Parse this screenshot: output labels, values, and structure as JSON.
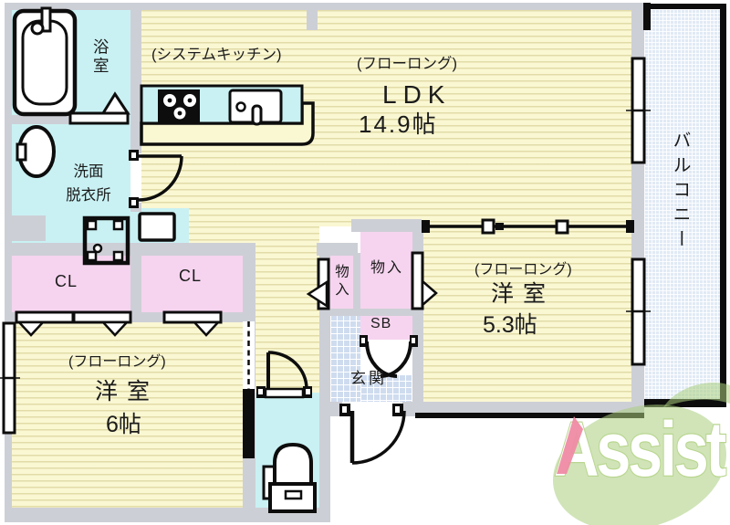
{
  "plan": {
    "bath_label": "浴室",
    "kitchen_note": "(システムキッチン)",
    "ldk": {
      "note": "(フローロング)",
      "name": "LDK",
      "size": "14.9帖"
    },
    "washroom": {
      "line1": "洗面",
      "line2": "脱衣所"
    },
    "closet_left": "CL",
    "closet_right": "CL",
    "storage_small": "物入",
    "storage_large": "物入",
    "shoebox": "SB",
    "entrance": "玄関",
    "bedroom6": {
      "note": "(フローロング)",
      "name": "洋室",
      "size": "6帖"
    },
    "bedroom53": {
      "note": "(フローロング)",
      "name": "洋室",
      "size": "5.3帖"
    },
    "balcony": "バルコニー"
  },
  "logo": {
    "text": "Assist"
  },
  "colors": {
    "floor_yellow": "#faf7d3",
    "wet_area_cyan": "#c9f1f3",
    "closet_pink": "#f6d4ef",
    "entrance_tile_blue": "#cfdcef",
    "balcony_blue": "#e1eaf5",
    "wall_gray": "#cdcfd6",
    "line_black": "#0d0d0d",
    "logo_green": "#a9cd7d",
    "logo_pink": "#ef8ba4"
  }
}
